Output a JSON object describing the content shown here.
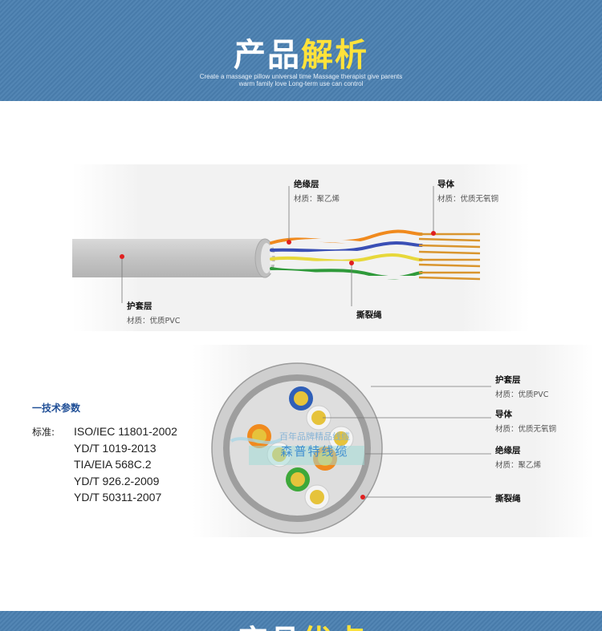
{
  "header": {
    "title_white": "产品",
    "title_yellow": "解析",
    "subtitle_line1": "Create a massage pillow universal time Massage therapist give parents",
    "subtitle_line2": "warm family love Long-term use can control"
  },
  "cable_side": {
    "insulation": {
      "name": "绝缘层",
      "material": "材质：聚乙烯"
    },
    "conductor": {
      "name": "导体",
      "material": "材质：优质无氧铜"
    },
    "jacket": {
      "name": "护套层",
      "material": "材质：优质PVC"
    },
    "ripcord": {
      "name": "撕裂绳"
    }
  },
  "specs": {
    "title": "一技术参数",
    "label": "标准:",
    "standards": [
      "ISO/IEC 11801-2002",
      "YD/T 1019-2013",
      "TIA/EIA 568C.2",
      "YD/T 926.2-2009",
      "YD/T 50311-2007"
    ]
  },
  "cross_section": {
    "jacket": {
      "name": "护套层",
      "material": "材质：优质PVC"
    },
    "conductor": {
      "name": "导体",
      "material": "材质：优质无氧铜"
    },
    "insulation": {
      "name": "绝缘层",
      "material": "材质：聚乙烯"
    },
    "ripcord": {
      "name": "撕裂绳"
    }
  },
  "watermark": {
    "line1": "百年品牌精品线缆",
    "line2": "森普特线缆"
  },
  "footer": {
    "title_white": "产品",
    "title_yellow": "优点"
  },
  "colors": {
    "banner": "#4a7fb0",
    "title_highlight": "#ffe23a",
    "jacket_gray": "#c9c9c9",
    "spec_title": "#1f4e96"
  }
}
